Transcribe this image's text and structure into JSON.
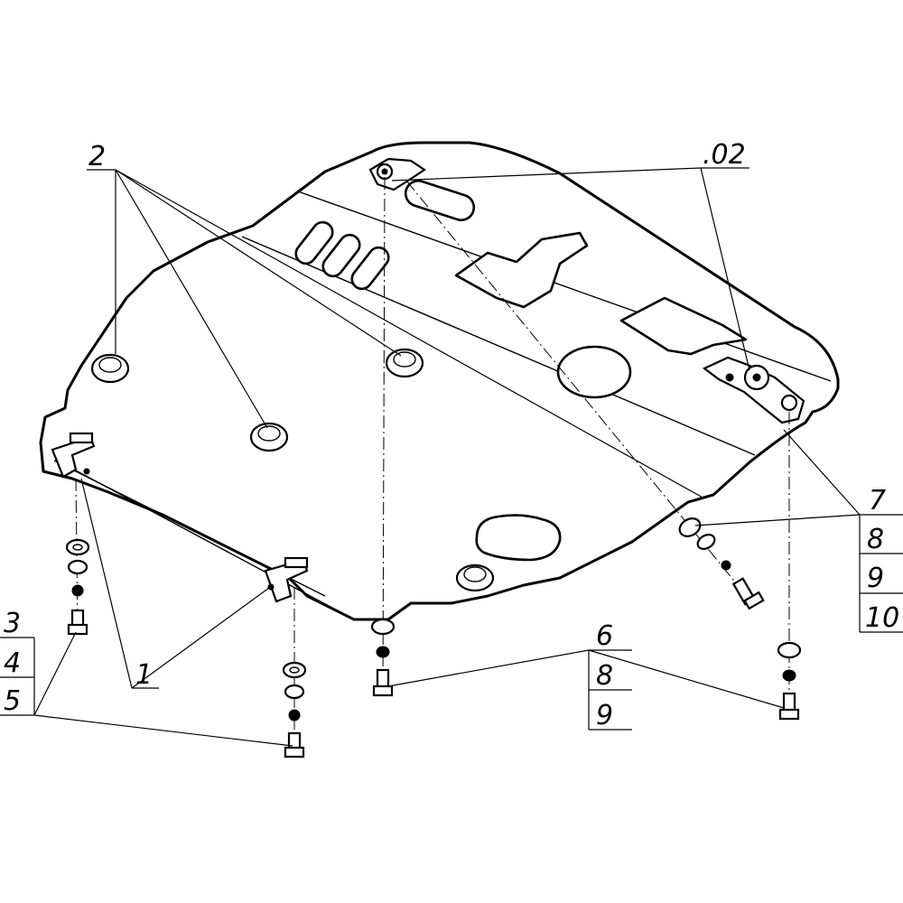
{
  "callouts": {
    "c1": "1",
    "c2": "2",
    "c02": ".02",
    "c3": "3",
    "c4": "4",
    "c5": "5",
    "c6": "6",
    "c6_8": "8",
    "c6_9": "9",
    "c7": "7",
    "c7_8": "8",
    "c7_9": "9",
    "c7_10": "10"
  }
}
